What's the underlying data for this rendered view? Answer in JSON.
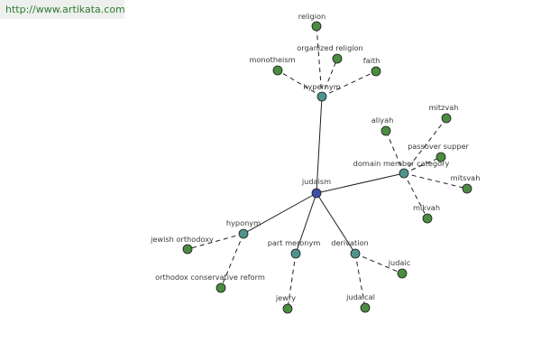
{
  "watermark": {
    "text": "http://www.artikata.com"
  },
  "colors": {
    "root": "#3b4fa8",
    "relation": "#4f938c",
    "term": "#4c8b42"
  },
  "graph": {
    "nodes": [
      {
        "id": "judaism",
        "label": "judaism",
        "kind": "root"
      },
      {
        "id": "hypernym",
        "label": "hypernym",
        "kind": "relation"
      },
      {
        "id": "domain",
        "label": "domain member category",
        "kind": "relation"
      },
      {
        "id": "hyponym",
        "label": "hyponym",
        "kind": "relation"
      },
      {
        "id": "partmeronym",
        "label": "part meronym",
        "kind": "relation"
      },
      {
        "id": "derivation",
        "label": "derivation",
        "kind": "relation"
      },
      {
        "id": "religion",
        "label": "religion",
        "kind": "term"
      },
      {
        "id": "organized_religion",
        "label": "organized religion",
        "kind": "term"
      },
      {
        "id": "monotheism",
        "label": "monotheism",
        "kind": "term"
      },
      {
        "id": "faith",
        "label": "faith",
        "kind": "term"
      },
      {
        "id": "aliyah",
        "label": "aliyah",
        "kind": "term"
      },
      {
        "id": "mitzvah",
        "label": "mitzvah",
        "kind": "term"
      },
      {
        "id": "passover_supper",
        "label": "passover supper",
        "kind": "term"
      },
      {
        "id": "mitsvah",
        "label": "mitsvah",
        "kind": "term"
      },
      {
        "id": "mikvah",
        "label": "mikvah",
        "kind": "term"
      },
      {
        "id": "jewish_orthodoxy",
        "label": "jewish orthodoxy",
        "kind": "term"
      },
      {
        "id": "orthodox_conservative_reform",
        "label": "orthodox conservative reform",
        "kind": "term"
      },
      {
        "id": "jewry",
        "label": "jewry",
        "kind": "term"
      },
      {
        "id": "judaic",
        "label": "judaic",
        "kind": "term"
      },
      {
        "id": "judaical",
        "label": "judaical",
        "kind": "term"
      }
    ],
    "edges": [
      {
        "from": "judaism",
        "to": "hypernym",
        "style": "solid"
      },
      {
        "from": "judaism",
        "to": "domain",
        "style": "solid"
      },
      {
        "from": "judaism",
        "to": "hyponym",
        "style": "solid"
      },
      {
        "from": "judaism",
        "to": "partmeronym",
        "style": "solid"
      },
      {
        "from": "judaism",
        "to": "derivation",
        "style": "solid"
      },
      {
        "from": "hypernym",
        "to": "religion",
        "style": "dashed"
      },
      {
        "from": "hypernym",
        "to": "organized_religion",
        "style": "dashed"
      },
      {
        "from": "hypernym",
        "to": "monotheism",
        "style": "dashed"
      },
      {
        "from": "hypernym",
        "to": "faith",
        "style": "dashed"
      },
      {
        "from": "domain",
        "to": "aliyah",
        "style": "dashed"
      },
      {
        "from": "domain",
        "to": "mitzvah",
        "style": "dashed"
      },
      {
        "from": "domain",
        "to": "passover_supper",
        "style": "dashed"
      },
      {
        "from": "domain",
        "to": "mitsvah",
        "style": "dashed"
      },
      {
        "from": "domain",
        "to": "mikvah",
        "style": "dashed"
      },
      {
        "from": "hyponym",
        "to": "jewish_orthodoxy",
        "style": "dashed"
      },
      {
        "from": "hyponym",
        "to": "orthodox_conservative_reform",
        "style": "dashed"
      },
      {
        "from": "partmeronym",
        "to": "jewry",
        "style": "dashed"
      },
      {
        "from": "derivation",
        "to": "judaic",
        "style": "dashed"
      },
      {
        "from": "derivation",
        "to": "judaical",
        "style": "dashed"
      }
    ]
  }
}
